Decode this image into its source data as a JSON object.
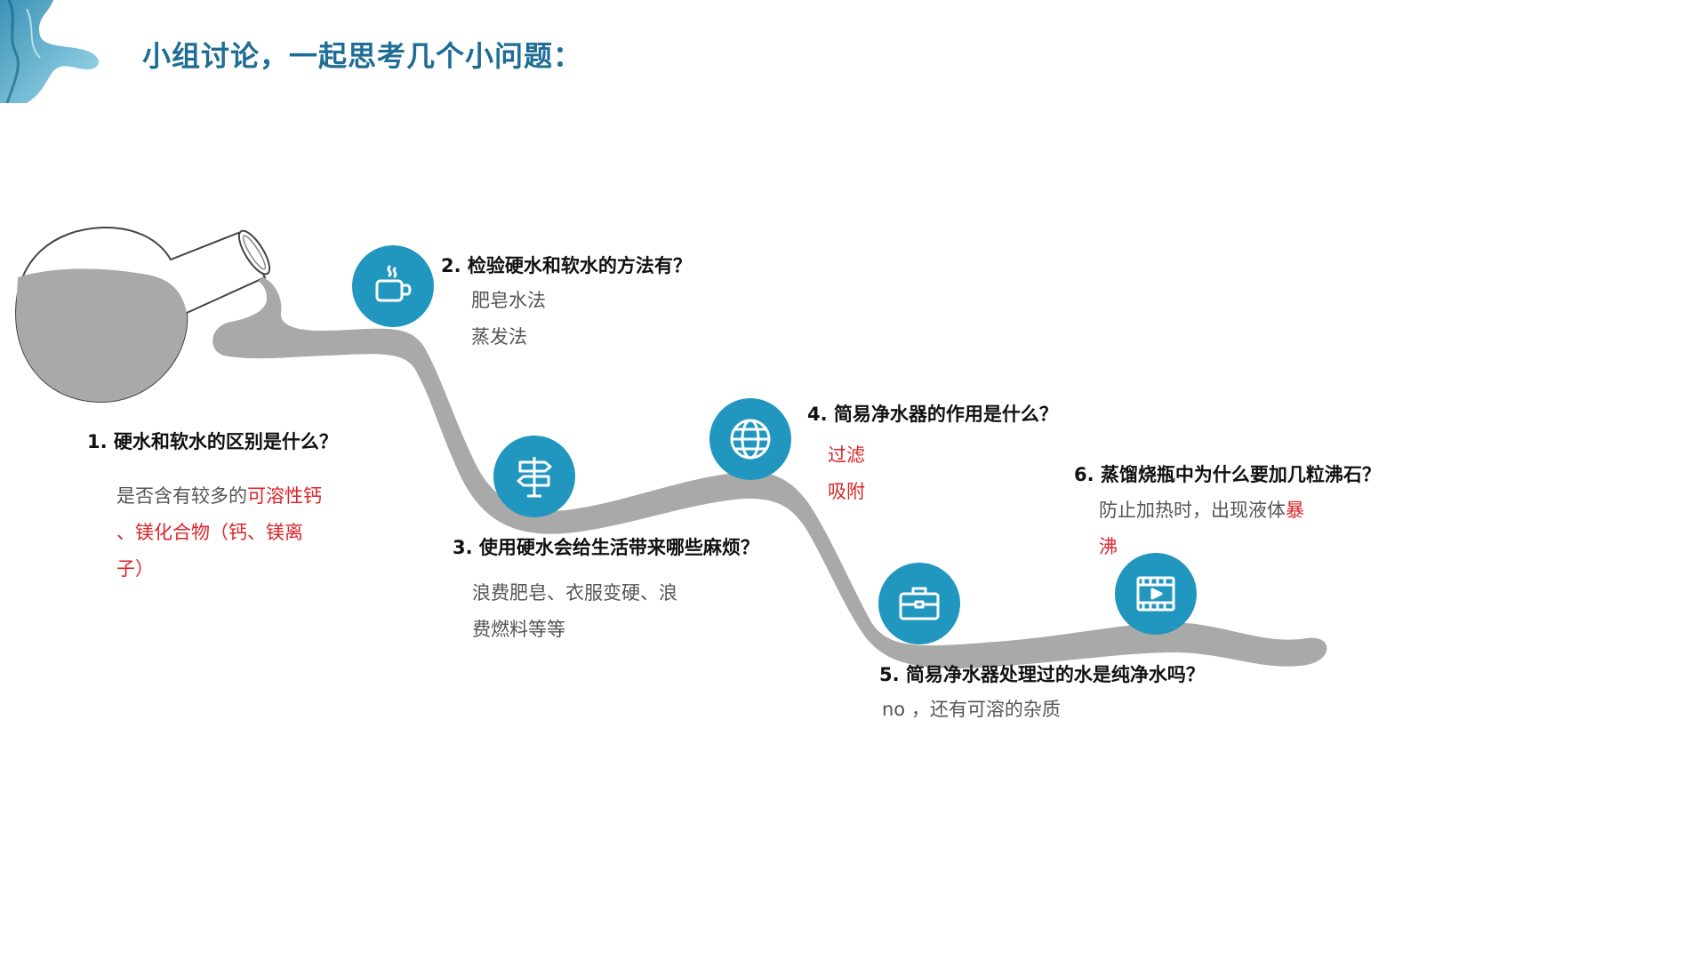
{
  "title": "小组讨论，一起思考几个小问题：",
  "colors": {
    "accent": "#2196bf",
    "title": "#1f6d94",
    "flow": "#a9a9a9",
    "highlight": "#d9262b"
  },
  "icons": {
    "q1": "flask-icon",
    "q2": "coffee-cup-icon",
    "q3": "signpost-icon",
    "q4": "globe-icon",
    "q5": "briefcase-icon",
    "q6": "video-icon"
  },
  "questions": {
    "q1": {
      "label": "1. 硬水和软水的区别是什么？",
      "answer_plain": "是否含有较多的",
      "answer_red_1": "可溶性钙",
      "answer_red_2": "、镁化合物（钙、镁离",
      "answer_red_3": "子）"
    },
    "q2": {
      "label": "2. 检验硬水和软水的方法有？",
      "answer_1": "肥皂水法",
      "answer_2": "蒸发法"
    },
    "q3": {
      "label": "3. 使用硬水会给生活带来哪些麻烦？",
      "answer_1": "浪费肥皂、衣服变硬、浪",
      "answer_2": "费燃料等等"
    },
    "q4": {
      "label": "4. 简易净水器的作用是什么？",
      "answer_1": "过滤",
      "answer_2": "吸附"
    },
    "q5": {
      "label": "5. 简易净水器处理过的水是纯净水吗？",
      "answer_1": "no  ，还有可溶的杂质"
    },
    "q6": {
      "label": "6. 蒸馏烧瓶中为什么要加几粒沸石？",
      "answer_plain": "防止加热时，出现液体",
      "answer_red_1": "暴",
      "answer_red_2": "沸"
    }
  }
}
